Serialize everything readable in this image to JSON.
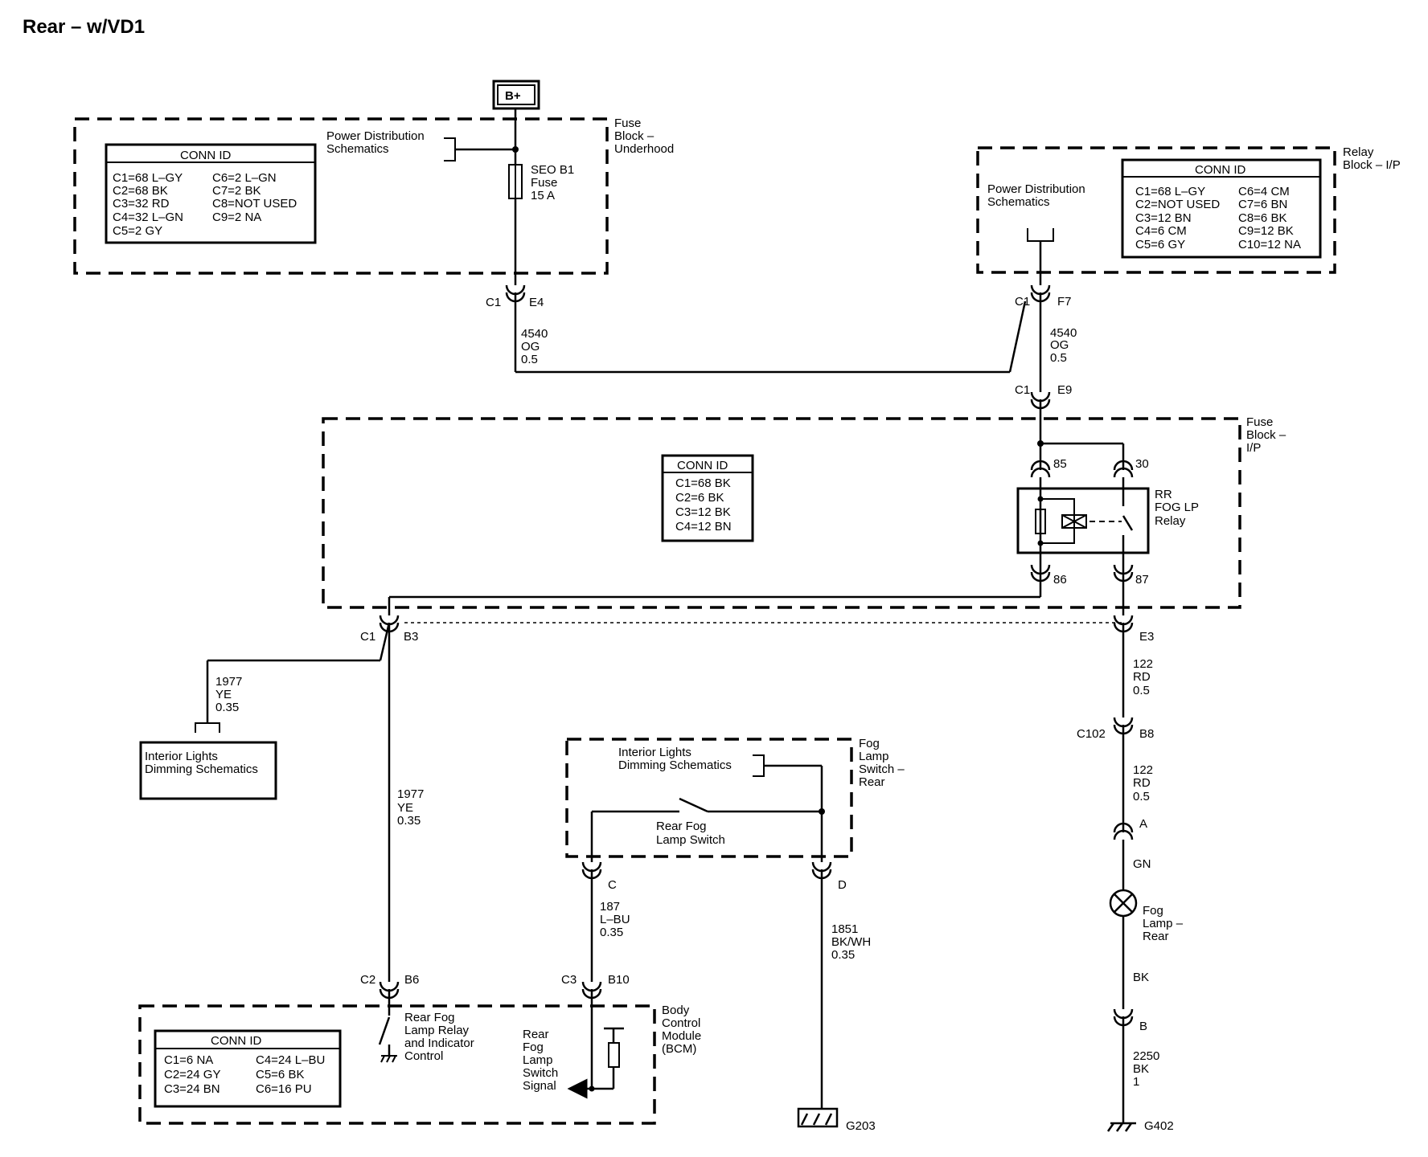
{
  "title": "Rear – w/VD1",
  "battery": "B+",
  "fuse_block_underhood": {
    "label": [
      "Fuse",
      "Block –",
      "Underhood"
    ],
    "power_dist_ref": [
      "Power Distribution",
      "Schematics"
    ],
    "fuse_label": [
      "SEO B1",
      "Fuse",
      "15 A"
    ],
    "conn_header": "CONN ID",
    "conn_left": [
      "C1=68 L–GY",
      "C2=68 BK",
      "C3=32 RD",
      "C4=32 L–GN",
      "C5=2 GY"
    ],
    "conn_right": [
      "C6=2 L–GN",
      "C7=2 BK",
      "C8=NOT USED",
      "C9=2 NA"
    ]
  },
  "relay_block_ip": {
    "label": [
      "Relay",
      "Block – I/P"
    ],
    "power_dist_ref": [
      "Power Distribution",
      "Schematics"
    ],
    "conn_header": "CONN ID",
    "conn_left": [
      "C1=68 L–GY",
      "C2=NOT USED",
      "C3=12 BN",
      "C4=6 CM",
      "C5=6 GY"
    ],
    "conn_right": [
      "C6=4 CM",
      "C7=6 BN",
      "C8=6 BK",
      "C9=12 BK",
      "C10=12 NA"
    ]
  },
  "fuse_block_ip": {
    "label": [
      "Fuse",
      "Block –",
      "I/P"
    ],
    "conn_header": "CONN ID",
    "conn": [
      "C1=68 BK",
      "C2=6 BK",
      "C3=12 BK",
      "C4=12 BN"
    ],
    "relay_label": [
      "RR",
      "FOG LP",
      "Relay"
    ],
    "pins": {
      "p85": "85",
      "p30": "30",
      "p86": "86",
      "p87": "87"
    }
  },
  "connectors": {
    "c1_e4": {
      "conn": "C1",
      "pin": "E4"
    },
    "c1_f7": {
      "conn": "C1",
      "pin": "F7"
    },
    "c1_e9": {
      "conn": "C1",
      "pin": "E9"
    },
    "c1_b3": {
      "conn": "C1",
      "pin": "B3"
    },
    "e3": "E3",
    "c102_b8": {
      "conn": "C102",
      "pin": "B8"
    },
    "a": "A",
    "b": "B",
    "c": "C",
    "d": "D",
    "c2_b6": {
      "conn": "C2",
      "pin": "B6"
    },
    "c3_b10": {
      "conn": "C3",
      "pin": "B10"
    }
  },
  "wires": {
    "w4540_left": [
      "4540",
      "OG",
      "0.5"
    ],
    "w4540_right": [
      "4540",
      "OG",
      "0.5"
    ],
    "w1977_branch": [
      "1977",
      "YE",
      "0.35"
    ],
    "w1977_main": [
      "1977",
      "YE",
      "0.35"
    ],
    "w122_top": [
      "122",
      "RD",
      "0.5"
    ],
    "w122_bottom": [
      "122",
      "RD",
      "0.5"
    ],
    "w_gn": "GN",
    "w_bk": "BK",
    "w2250": [
      "2250",
      "BK",
      "1"
    ],
    "w187": [
      "187",
      "L–BU",
      "0.35"
    ],
    "w1851": [
      "1851",
      "BK/WH",
      "0.35"
    ]
  },
  "interior_lights_box": [
    "Interior Lights",
    "Dimming Schematics"
  ],
  "fog_switch": {
    "label": [
      "Fog",
      "Lamp",
      "Switch –",
      "Rear"
    ],
    "ref": [
      "Interior Lights",
      "Dimming Schematics"
    ],
    "switch_label": [
      "Rear Fog",
      "Lamp Switch"
    ]
  },
  "fog_lamp_label": [
    "Fog",
    "Lamp –",
    "Rear"
  ],
  "bcm": {
    "label": [
      "Body",
      "Control",
      "Module",
      "(BCM)"
    ],
    "conn_header": "CONN ID",
    "conn_left": [
      "C1=6 NA",
      "C2=24 GY",
      "C3=24 BN"
    ],
    "conn_right": [
      "C4=24 L–BU",
      "C5=6 BK",
      "C6=16 PU"
    ],
    "relay_control": [
      "Rear Fog",
      "Lamp Relay",
      "and Indicator",
      "Control"
    ],
    "switch_signal": [
      "Rear",
      "Fog",
      "Lamp",
      "Switch",
      "Signal"
    ]
  },
  "grounds": {
    "g203": "G203",
    "g402": "G402"
  }
}
